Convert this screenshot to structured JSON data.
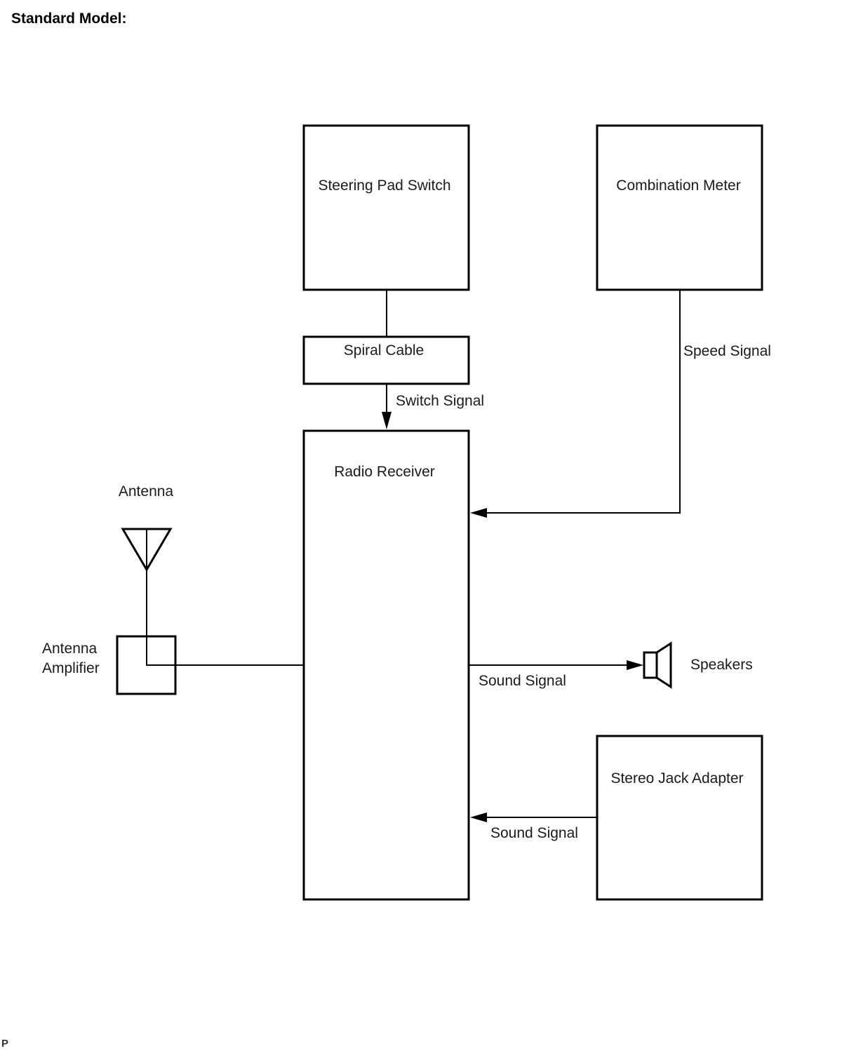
{
  "heading": "Standard Model:",
  "corner_mark": "P",
  "components": {
    "steering_pad_switch": "Steering Pad Switch",
    "combination_meter": "Combination Meter",
    "spiral_cable": "Spiral Cable",
    "radio_receiver": "Radio Receiver",
    "antenna": "Antenna",
    "antenna_amplifier": [
      "Antenna",
      "Amplifier"
    ],
    "speakers": "Speakers",
    "stereo_jack_adapter": "Stereo Jack Adapter"
  },
  "signals": {
    "switch_signal": "Switch Signal",
    "speed_signal": "Speed Signal",
    "sound_signal_out": "Sound Signal",
    "sound_signal_in": "Sound Signal"
  },
  "connections": [
    {
      "from": "Steering Pad Switch",
      "to": "Spiral Cable",
      "arrow": false
    },
    {
      "from": "Spiral Cable",
      "to": "Radio Receiver",
      "label": "Switch Signal",
      "arrow": true
    },
    {
      "from": "Combination Meter",
      "to": "Radio Receiver",
      "label": "Speed Signal",
      "arrow": true
    },
    {
      "from": "Antenna",
      "to": "Antenna Amplifier",
      "arrow": false
    },
    {
      "from": "Antenna Amplifier",
      "to": "Radio Receiver",
      "arrow": false
    },
    {
      "from": "Radio Receiver",
      "to": "Speakers",
      "label": "Sound Signal",
      "arrow": true
    },
    {
      "from": "Stereo Jack Adapter",
      "to": "Radio Receiver",
      "label": "Sound Signal",
      "arrow": true
    }
  ]
}
